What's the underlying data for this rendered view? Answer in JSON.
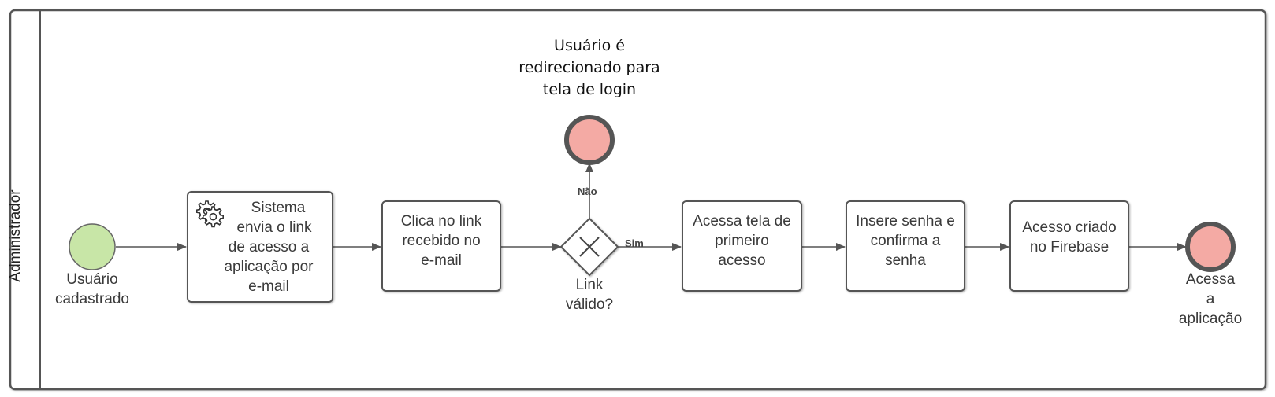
{
  "pool": {
    "label": "Administrador"
  },
  "events": {
    "start": {
      "label_lines": [
        "Usuário",
        "cadastrado"
      ],
      "color": "#c8e6a7"
    },
    "end_login": {
      "label_lines": [
        "Usuário é",
        "redirecionado para",
        "tela de login"
      ],
      "color": "#f4aaa4"
    },
    "end_access": {
      "label_lines": [
        "Acessa",
        "a",
        "aplicação"
      ],
      "color": "#f4aaa4"
    }
  },
  "tasks": [
    {
      "id": "send-link",
      "lines": [
        "Sistema",
        "envia o link",
        "de acesso a",
        "aplicação por",
        "e-mail"
      ],
      "icon": "gear-icon"
    },
    {
      "id": "click-link",
      "lines": [
        "Clica no link",
        "recebido no",
        "e-mail"
      ]
    },
    {
      "id": "first-access",
      "lines": [
        "Acessa tela de",
        "primeiro",
        "acesso"
      ]
    },
    {
      "id": "set-password",
      "lines": [
        "Insere senha e",
        "confirma a",
        "senha"
      ]
    },
    {
      "id": "firebase",
      "lines": [
        "Acesso criado",
        "no Firebase"
      ]
    }
  ],
  "gateway": {
    "label_lines": [
      "Link",
      "válido?"
    ],
    "yes_label": "Sim",
    "no_label": "Não"
  }
}
